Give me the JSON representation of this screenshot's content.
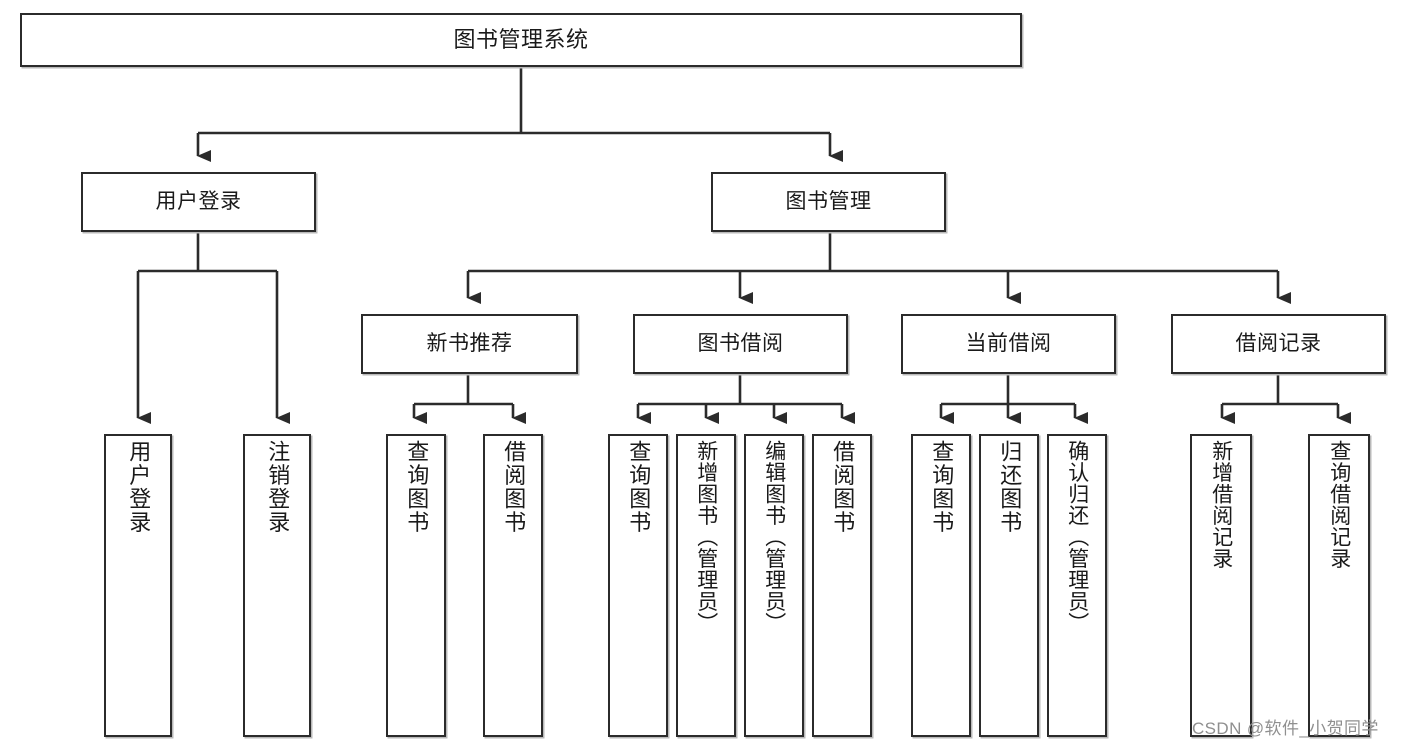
{
  "diagram": {
    "title": "图书管理系统",
    "type": "tree-hierarchy",
    "orientation": "top-down",
    "stroke_color": "#2b2b2b",
    "shadow_color": "#b9b9b9",
    "background_color": "#ffffff",
    "text_color": "#1a1a1a"
  },
  "root": {
    "label": "图书管理系统"
  },
  "level2": [
    {
      "label": "用户登录"
    },
    {
      "label": "图书管理"
    }
  ],
  "level3": [
    {
      "label": "新书推荐"
    },
    {
      "label": "图书借阅"
    },
    {
      "label": "当前借阅"
    },
    {
      "label": "借阅记录"
    }
  ],
  "leaves": {
    "user_login": [
      {
        "label": "用户登录"
      },
      {
        "label": "注销登录"
      }
    ],
    "new_book": [
      {
        "label": "查询图书"
      },
      {
        "label": "借阅图书"
      }
    ],
    "book_borrow": [
      {
        "label": "查询图书"
      },
      {
        "label": "新增图书（管理员）"
      },
      {
        "label": "编辑图书（管理员）"
      },
      {
        "label": "借阅图书"
      }
    ],
    "current_borrow": [
      {
        "label": "查询图书"
      },
      {
        "label": "归还图书"
      },
      {
        "label": "确认归还（管理员）"
      }
    ],
    "borrow_record": [
      {
        "label": "新增借阅记录"
      },
      {
        "label": "查询借阅记录"
      }
    ]
  },
  "watermark": {
    "text": "CSDN @软件_小贺同学"
  }
}
